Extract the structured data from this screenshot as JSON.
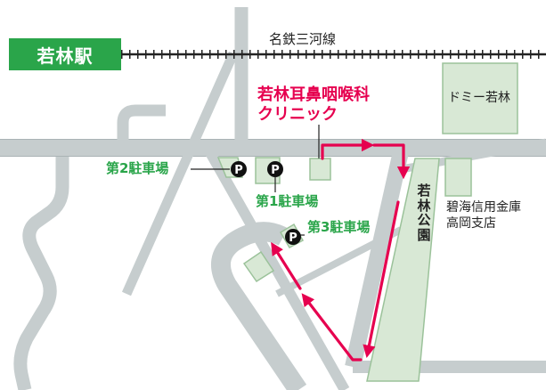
{
  "station": {
    "name": "若林駅"
  },
  "railway": {
    "name": "名鉄三河線"
  },
  "clinic": {
    "line1": "若林耳鼻咽喉科",
    "line2": "クリニック"
  },
  "parking": {
    "p1": "第1駐車場",
    "p2": "第2駐車場",
    "p3": "第3駐車場",
    "marker": "P"
  },
  "landmarks": {
    "domy": "ドミー若林",
    "park": [
      "若",
      "林",
      "公",
      "園"
    ],
    "bank_line1": "碧海信用金庫",
    "bank_line2": "高岡支店"
  },
  "colors": {
    "road": "#c6cdce",
    "road_edge": "#aab3b5",
    "block": "#d8e8d5",
    "block_edge": "#9bc29a",
    "route": "#e6004f",
    "green": "#2aa54a",
    "text": "#222222"
  },
  "icons": {
    "route": "route-arrow-icon",
    "parking": "parking-pin-icon"
  }
}
